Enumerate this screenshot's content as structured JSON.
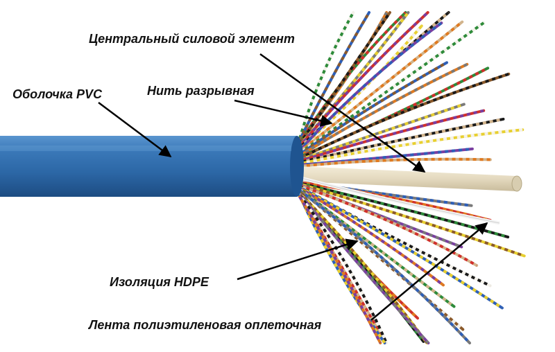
{
  "labels": {
    "central_strength_member": "Центральный силовой элемент",
    "pvc_sheath": "Оболочка PVC",
    "rip_cord": "Нить разрывная",
    "hdpe_insulation": "Изоляция HDPE",
    "polyethylene_wrap_tape": "Лента полиэтиленовая оплеточная"
  },
  "colors": {
    "sheath_blue": "#2f6fb0",
    "core_cream": "#e8dfc8",
    "label_text": "#111111",
    "arrow": "#000000"
  },
  "wire_colors": [
    "#f4f1ea",
    "#2d5fb8",
    "#e07a20",
    "#2e8b3a",
    "#8b5a2b",
    "#7a7a7a",
    "#d0302b",
    "#1a1a1a",
    "#e8d030",
    "#7a3fa0",
    "#d2b48c"
  ]
}
